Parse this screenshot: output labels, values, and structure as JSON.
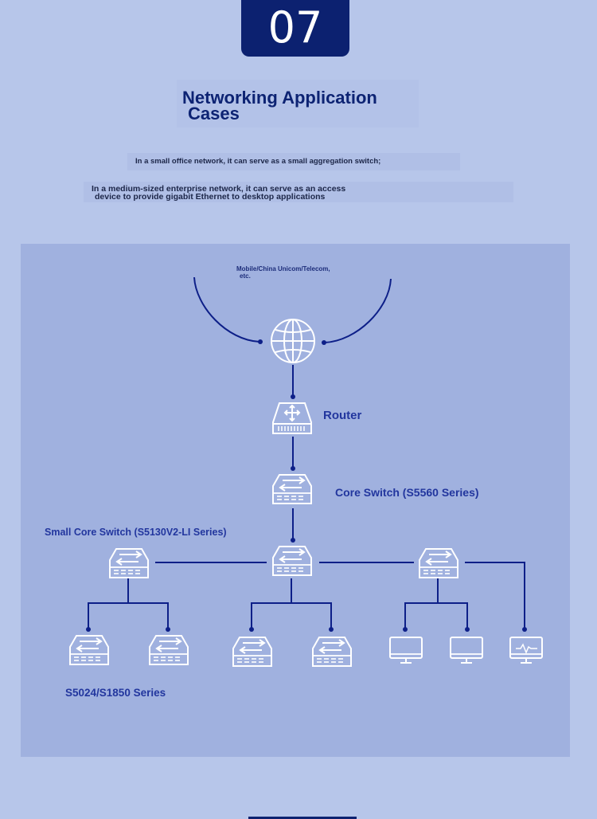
{
  "header": {
    "number": "07",
    "title_line1": "Networking Application",
    "title_line2": "Cases"
  },
  "intro": {
    "line1": "In a small office network, it can serve as a small aggregation switch;",
    "line2a": "In a medium-sized enterprise network, it can serve as an access",
    "line2b": "device to provide gigabit Ethernet to desktop applications"
  },
  "diagram": {
    "isp_line1": "Mobile/China Unicom/Telecom,",
    "isp_line2": "etc.",
    "router_label": "Router",
    "core_label": "Core Switch (S5560 Series)",
    "small_core_label": "Small Core Switch (S5130V2-LI Series)",
    "access_label": "S5024/S1850 Series",
    "icons": [
      "globe-icon",
      "router-icon",
      "core-switch-icon",
      "switch-icon",
      "monitor-icon",
      "waveform-monitor-icon"
    ],
    "colors": {
      "background": "#b7c6ea",
      "panel": "#a0b1df",
      "accent": "#0c2170",
      "line": "#0d1f88",
      "label": "#22369e"
    }
  }
}
